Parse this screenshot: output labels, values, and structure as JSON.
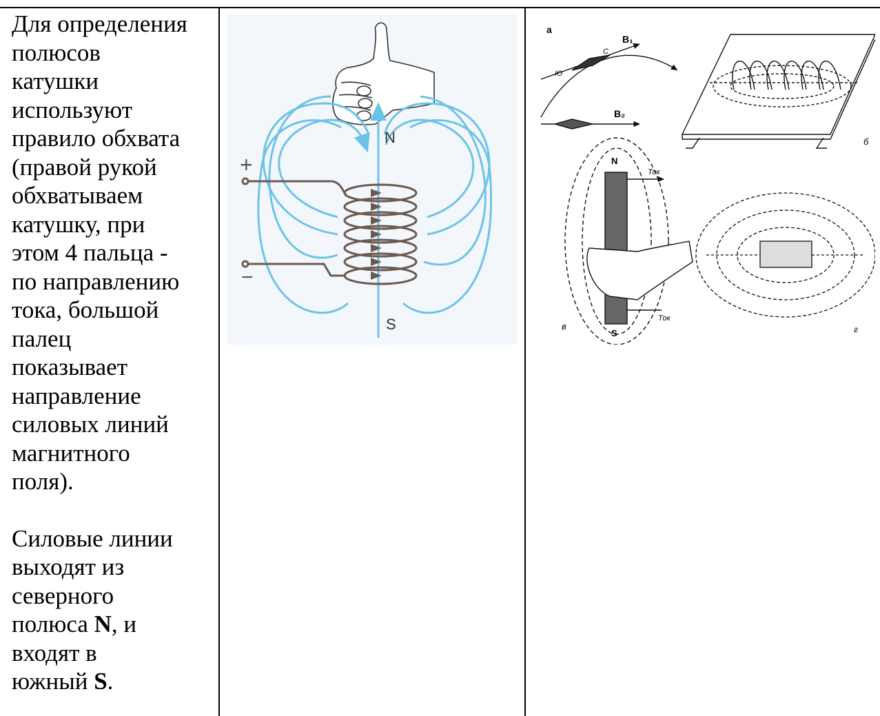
{
  "text": {
    "lines": [
      "Для определения",
      "полюсов",
      "катушки",
      "используют",
      "правило обхвата",
      "(правой рукой",
      "обхватываем",
      "катушку, при",
      "этом 4 пальца -",
      "по направлению",
      "тока, большой",
      "палец",
      "показывает",
      "направление",
      "силовых линий",
      "магнитного",
      "поля)."
    ],
    "p2_l1": "Силовые линии",
    "p2_l2": "выходят из",
    "p2_l3": "северного",
    "p2_l4_a": "полюса ",
    "p2_l4_b": "N",
    "p2_l4_c": ", и",
    "p2_l5": "входят в",
    "p2_l6_a": "южный ",
    "p2_l6_b": "S",
    "p2_l6_c": "."
  },
  "figure1": {
    "plus": "+",
    "minus": "−",
    "north": "N",
    "south": "S"
  },
  "figure2": {
    "label_a": "а",
    "label_b": "б",
    "label_v": "в",
    "label_g": "г",
    "b1": "B₁",
    "b2": "B₂",
    "yu": "Ю",
    "s": "С",
    "tok": "Ток",
    "north": "N",
    "south": "S"
  },
  "colors": {
    "field_lines": "#6cc3e6",
    "coil": "#7a6a60",
    "ink": "#000000"
  }
}
